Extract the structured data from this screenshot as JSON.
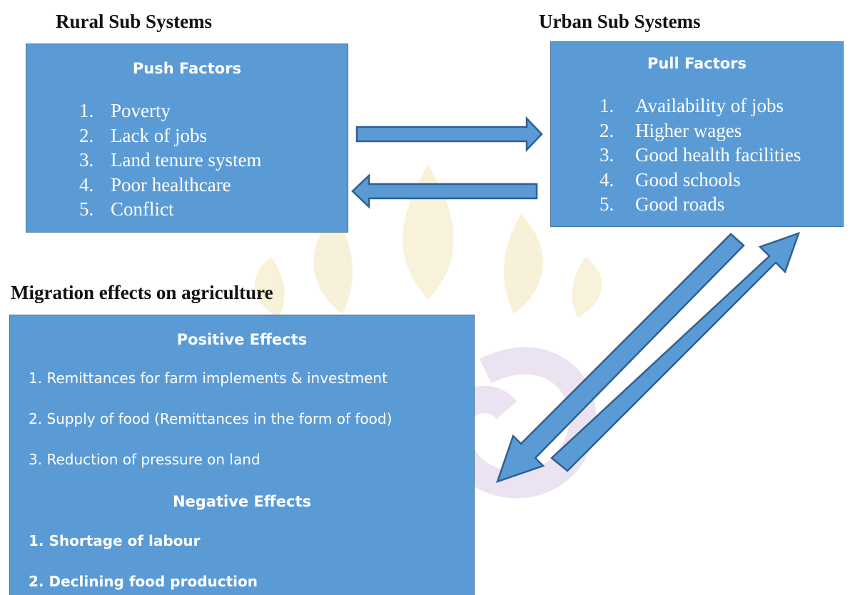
{
  "headings": {
    "rural": "Rural Sub Systems",
    "urban": "Urban Sub Systems",
    "migration": "Migration effects on agriculture"
  },
  "push_box": {
    "title": "Push Factors",
    "items": [
      {
        "num": "1.",
        "label": "Poverty"
      },
      {
        "num": "2.",
        "label": "Lack of jobs"
      },
      {
        "num": "3.",
        "label": "Land tenure system"
      },
      {
        "num": "4.",
        "label": "Poor healthcare"
      },
      {
        "num": "5.",
        "label": "Conflict"
      }
    ]
  },
  "pull_box": {
    "title": "Pull Factors",
    "items": [
      {
        "num": "1.",
        "label": "Availability of jobs"
      },
      {
        "num": "2.",
        "label": "Higher wages"
      },
      {
        "num": "3.",
        "label": "Good health facilities"
      },
      {
        "num": "4.",
        "label": "Good schools"
      },
      {
        "num": "5.",
        "label": "Good roads"
      }
    ]
  },
  "effects_box": {
    "positive_title": "Positive Effects",
    "positive": [
      "1. Remittances for farm implements & investment",
      "2. Supply of food (Remittances in the form of food)",
      "3. Reduction of pressure on land"
    ],
    "negative_title": "Negative Effects",
    "negative": [
      "1. Shortage of labour",
      "2. Declining food production"
    ]
  },
  "colors": {
    "box_fill": "#5b9bd5",
    "box_border": "#41719c",
    "arrow_fill": "#5b9bd5",
    "arrow_border": "#2e5f91",
    "watermark": "#f3e6b8"
  }
}
